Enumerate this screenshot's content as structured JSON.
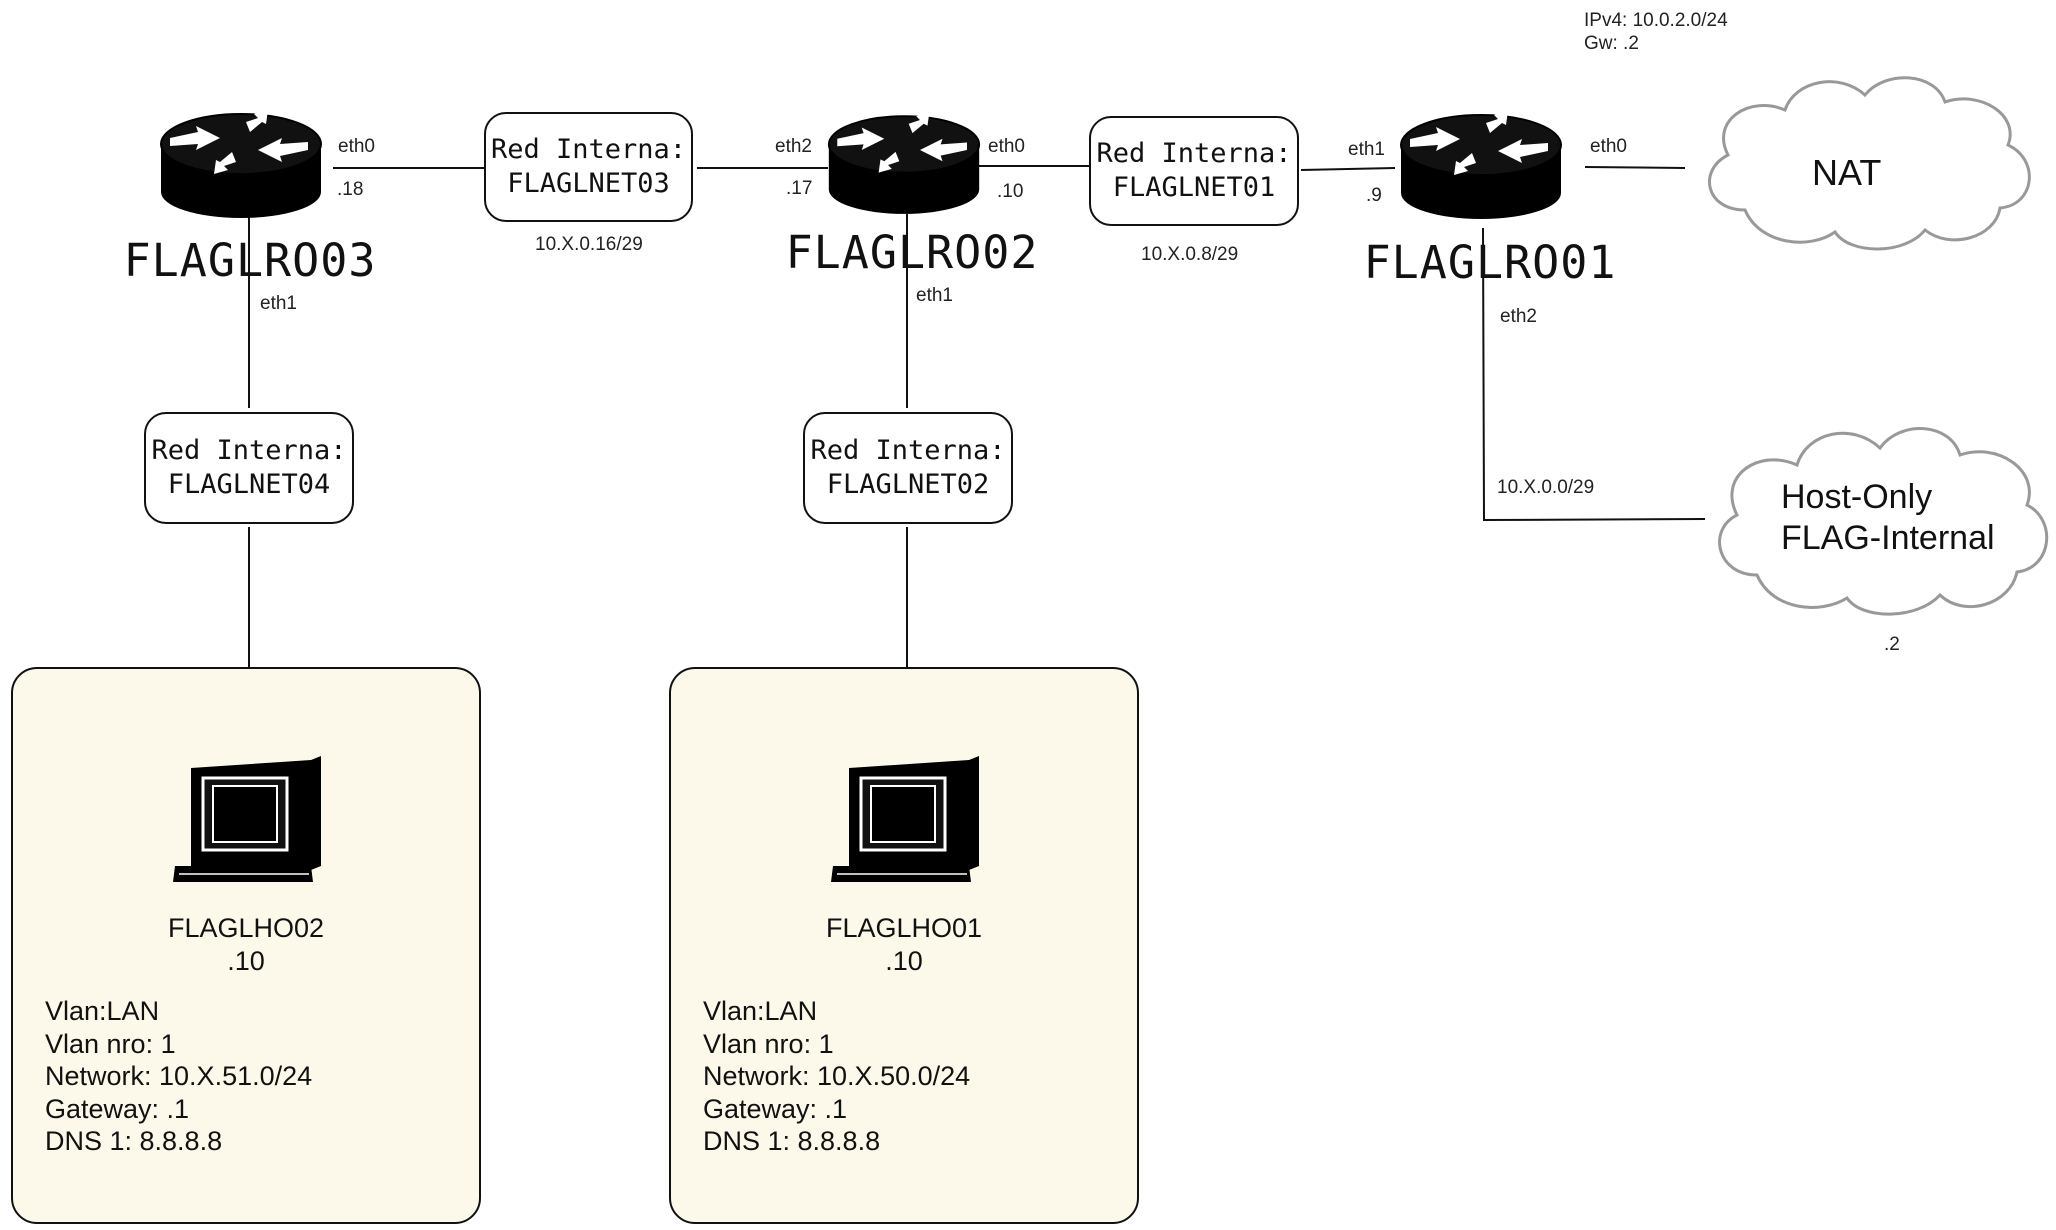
{
  "routers": {
    "r03": {
      "name": "FLAGLRO03",
      "icon": "router-icon"
    },
    "r02": {
      "name": "FLAGLRO02",
      "icon": "router-icon"
    },
    "r01": {
      "name": "FLAGLRO01",
      "icon": "router-icon"
    }
  },
  "networks": {
    "net03": {
      "line1": "Red Interna:",
      "line2": "FLAGLNET03",
      "subnet": "10.X.0.16/29"
    },
    "net01": {
      "line1": "Red Interna:",
      "line2": "FLAGLNET01",
      "subnet": "10.X.0.8/29"
    },
    "net04": {
      "line1": "Red Interna:",
      "line2": "FLAGLNET04"
    },
    "net02": {
      "line1": "Red Interna:",
      "line2": "FLAGLNET02"
    }
  },
  "interfaces": {
    "r03_eth0": "eth0",
    "r03_eth0_ip": ".18",
    "r03_eth1": "eth1",
    "r02_eth2": "eth2",
    "r02_eth2_ip": ".17",
    "r02_eth0": "eth0",
    "r02_eth0_ip": ".10",
    "r02_eth1": "eth1",
    "r01_eth1": "eth1",
    "r01_eth1_ip": ".9",
    "r01_eth0": "eth0",
    "r01_eth2": "eth2"
  },
  "nat": {
    "label": "NAT",
    "ipv4": "IPv4: 10.0.2.0/24",
    "gw": "Gw: .2"
  },
  "hostonly": {
    "line1": "Host-Only",
    "line2": "FLAG-Internal",
    "subnet": "10.X.0.0/29",
    "ip": ".2"
  },
  "hosts": {
    "h02": {
      "name": "FLAGLHO02",
      "ip": ".10",
      "details": [
        "Vlan:LAN",
        "Vlan nro: 1",
        "Network: 10.X.51.0/24",
        "Gateway: .1",
        "DNS 1: 8.8.8.8"
      ]
    },
    "h01": {
      "name": "FLAGLHO01",
      "ip": ".10",
      "details": [
        "Vlan:LAN",
        "Vlan nro: 1",
        "Network: 10.X.50.0/24",
        "Gateway: .1",
        "DNS 1: 8.8.8.8"
      ]
    }
  },
  "colors": {
    "line": "#111111",
    "host_bg": "#fdf9ea",
    "cloud_stroke": "#999999"
  }
}
